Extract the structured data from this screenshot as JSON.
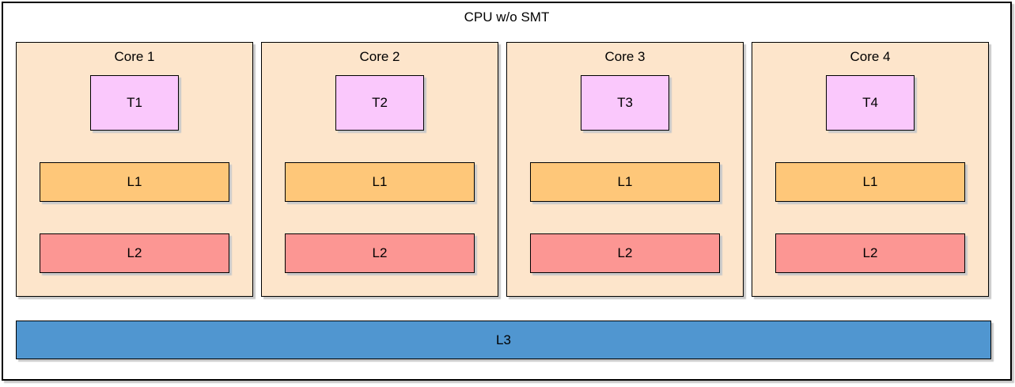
{
  "diagram": {
    "title": "CPU w/o SMT",
    "cores": [
      {
        "label": "Core 1",
        "thread": "T1",
        "l1": "L1",
        "l2": "L2"
      },
      {
        "label": "Core 2",
        "thread": "T2",
        "l1": "L1",
        "l2": "L2"
      },
      {
        "label": "Core 3",
        "thread": "T3",
        "l1": "L1",
        "l2": "L2"
      },
      {
        "label": "Core 4",
        "thread": "T4",
        "l1": "L1",
        "l2": "L2"
      }
    ],
    "shared_cache_label": "L3",
    "colors": {
      "core_bg": "#FDE5CB",
      "thread_bg": "#FAC8FC",
      "l1_bg": "#FEC779",
      "l2_bg": "#FC9693",
      "l3_bg": "#5096D0",
      "border": "#000000",
      "shadow": "#C9C9C9"
    }
  }
}
